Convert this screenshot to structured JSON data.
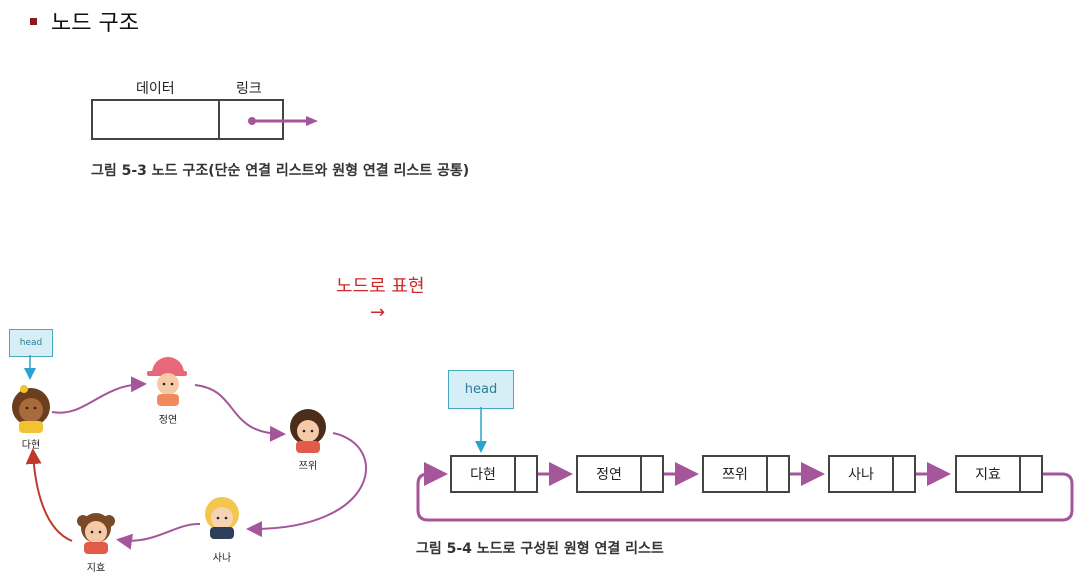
{
  "title": "노드 구조",
  "node_structure": {
    "data_label": "데이터",
    "link_label": "링크",
    "caption": "그림 5-3 노드 구조(단순 연결 리스트와 원형 연결 리스트 공통)"
  },
  "middle": {
    "text": "노드로 표현",
    "arrow": "→"
  },
  "people_diagram": {
    "head": "head",
    "people": [
      "다현",
      "정연",
      "쯔위",
      "사나",
      "지효"
    ]
  },
  "list_diagram": {
    "head": "head",
    "nodes": [
      "다현",
      "정연",
      "쯔위",
      "사나",
      "지효"
    ],
    "caption": "그림 5-4 노드로 구성된 원형 연결 리스트"
  },
  "colors": {
    "link": "#a5569a",
    "head_fill": "#d6eef5",
    "head_border": "#4aa7c2",
    "head_arrow": "#2aa3cf",
    "return_arrow": "#c0392b",
    "bullet": "#8b1a1a"
  }
}
